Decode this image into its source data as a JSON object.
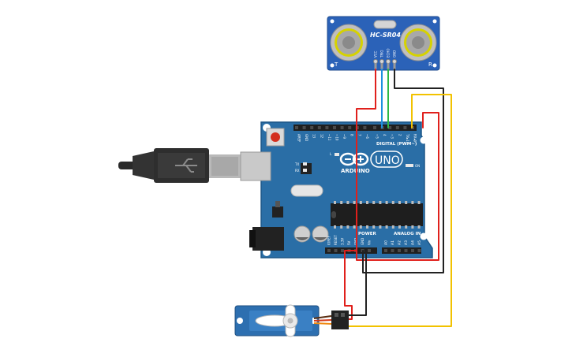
{
  "sensor": {
    "model": "HC-SR04",
    "pins": [
      "VCC",
      "TRIG",
      "ECHO",
      "GND"
    ],
    "mark_left": "T",
    "mark_right": "R"
  },
  "arduino": {
    "brand": "ARDUINO",
    "model": "UNO",
    "digital_header_label": "DIGITAL (PWM~)",
    "digital_pins": [
      "AREF",
      "GND",
      "13",
      "12",
      "~11",
      "~10",
      "~9",
      "8",
      "7",
      "~6",
      "~5",
      "4",
      "~3",
      "2",
      "TX▸1",
      "RX◂0"
    ],
    "power_label": "POWER",
    "power_pins": [
      "IOREF",
      "RESET",
      "3.3V",
      "5V",
      "GND",
      "GND",
      "Vin"
    ],
    "analog_label": "ANALOG IN",
    "analog_pins": [
      "A0",
      "A1",
      "A2",
      "A3",
      "A4",
      "A5"
    ],
    "led_l": "L",
    "led_tx": "TX",
    "led_rx": "RX",
    "led_on": "ON"
  },
  "wire_colors": {
    "vcc": "#e0201c",
    "trig": "#1e90e0",
    "echo": "#2eb845",
    "gnd": "#222222",
    "signal": "#f2c200"
  },
  "colors": {
    "board": "#2a6ea6",
    "board_edge": "#1d5787",
    "sensor": "#2b62b8",
    "servo": "#2d6fb0"
  }
}
